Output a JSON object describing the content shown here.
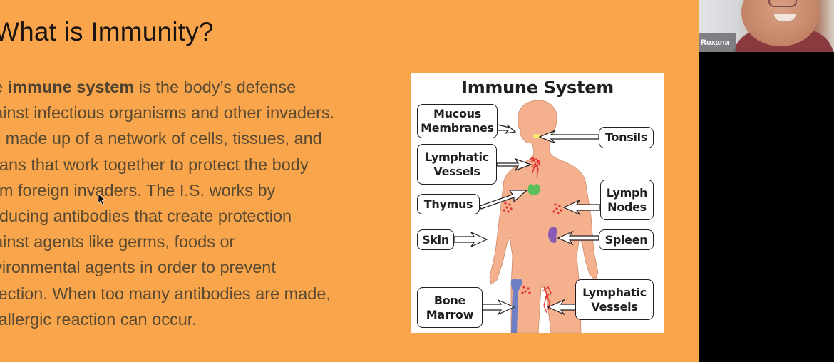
{
  "slide": {
    "title": "What is Immunity?",
    "background_color": "#f9a54b",
    "body_lines": [
      {
        "pre": "he ",
        "bold": "immune system",
        "post": " is the body’s defense"
      },
      {
        "text": "gainst infectious organisms and other invaders."
      },
      {
        "text": "t’s made up of a network of cells, tissues, and"
      },
      {
        "text": "rgans that work together to protect the body"
      },
      {
        "text": "rom foreign invaders. The I.S. works by"
      },
      {
        "text": "roducing antibodies that create protection"
      },
      {
        "text": "gainst agents like germs, foods or"
      },
      {
        "text": "nvironmental agents in order to prevent"
      },
      {
        "text": "nfection. When too many antibodies are made,"
      },
      {
        "text": "n allergic reaction can occur."
      }
    ]
  },
  "diagram": {
    "title": "Immune System",
    "labels": {
      "mucous_membranes": [
        "Mucous",
        "Membranes"
      ],
      "lymphatic_vessels_top": [
        "Lymphatic",
        "Vessels"
      ],
      "thymus": [
        "Thymus"
      ],
      "skin": [
        "Skin"
      ],
      "bone_marrow": [
        "Bone",
        "Marrow"
      ],
      "tonsils": [
        "Tonsils"
      ],
      "lymph_nodes": [
        "Lymph",
        "Nodes"
      ],
      "spleen": [
        "Spleen"
      ],
      "lymphatic_vessels_bottom": [
        "Lymphatic",
        "Vessels"
      ]
    },
    "colors": {
      "skin": "#f5b08e",
      "thymus": "#5bbf5b",
      "spleen": "#8a5bb5",
      "bone": "#6e7fc4",
      "lymph": "#e0322e"
    }
  },
  "video": {
    "participant_name": "Roxana"
  }
}
